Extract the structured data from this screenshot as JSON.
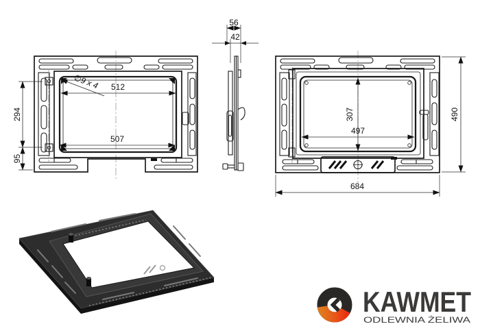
{
  "views": {
    "back_view": {
      "dims": {
        "inner_width_top": "512",
        "inner_width_bottom": "507",
        "hinge_spacing": "294",
        "bottom_offset": "95",
        "hole_callout": "∅9 x 4"
      }
    },
    "side_view": {
      "dims": {
        "total_depth": "56",
        "frame_depth": "42"
      }
    },
    "front_view": {
      "dims": {
        "glass_height": "307",
        "glass_width": "497",
        "overall_height": "490",
        "overall_width": "684"
      }
    }
  },
  "logo": {
    "brand": "KAWMET",
    "tagline": "ODLEWNIA ŻELIWA",
    "dark": "#2a2827",
    "orange": "#df7a1e",
    "red": "#ea3110"
  }
}
